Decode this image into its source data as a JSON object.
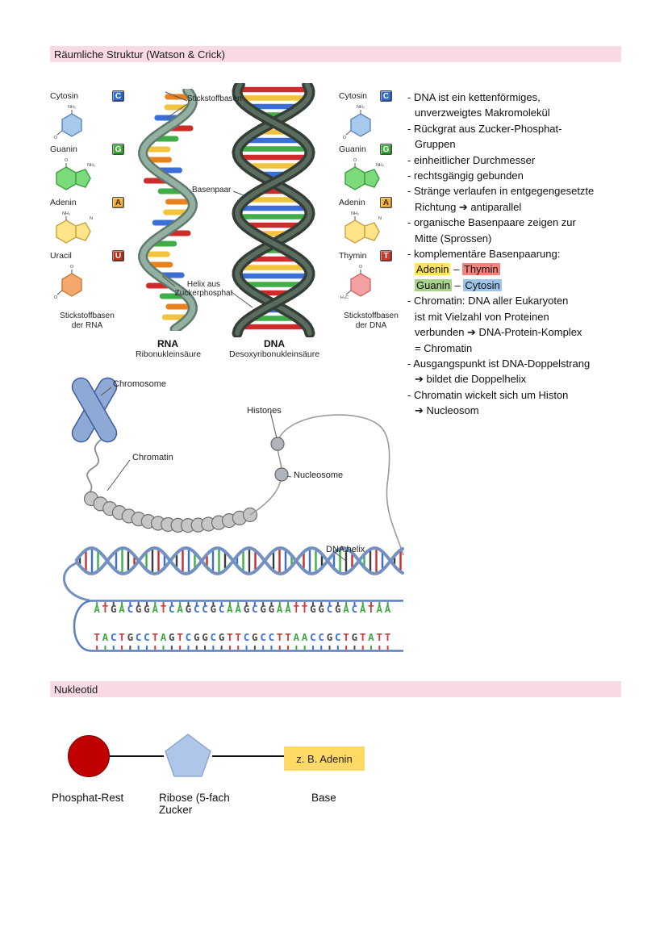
{
  "theme": {
    "bar_bg": "#F9DAE3"
  },
  "sections": {
    "structure": {
      "title": "Räumliche Struktur (Watson & Crick)"
    },
    "nucleotide": {
      "title": "Nukleotid"
    }
  },
  "figure": {
    "labels": {
      "stickstoffbasen": "Stickstoffbasen",
      "basenpaar": "Basenpaar",
      "helix_aus": "Helix aus\nZuckerphosphat",
      "rna_title": "RNA",
      "rna_subtitle": "Ribonukleinsäure",
      "dna_title": "DNA",
      "dna_subtitle": "Desoxyribonukleinsäure",
      "rna_caption": "Stickstoffbasen\nder RNA",
      "dna_caption": "Stickstoffbasen\nder DNA"
    },
    "rna_bases": [
      {
        "name": "Cytosin",
        "badge": "C",
        "badge_bg": "#2E6BD6",
        "badge_fg": "#ffffff",
        "fill": "#A7C9EC",
        "stroke": "#5C88B8",
        "type": "pyrimidine",
        "atom_top": "NH₂",
        "atom_side": "O"
      },
      {
        "name": "Guanin",
        "badge": "G",
        "badge_bg": "#3DA93D",
        "badge_fg": "#ffffff",
        "fill": "#7BDB7B",
        "stroke": "#3E9E3E",
        "type": "purine",
        "atom_top": "O",
        "atom_side": "NH₂"
      },
      {
        "name": "Adenin",
        "badge": "A",
        "badge_bg": "#F3B33C",
        "badge_fg": "#3A2A00",
        "fill": "#FFE489",
        "stroke": "#C8A23E",
        "type": "purine",
        "atom_top": "NH₂",
        "atom_side": "N"
      },
      {
        "name": "Uracil",
        "badge": "U",
        "badge_bg": "#B9321F",
        "badge_fg": "#ffffff",
        "fill": "#F5A86B",
        "stroke": "#C97B3C",
        "type": "pyrimidine",
        "atom_top": "O",
        "atom_side": "O"
      }
    ],
    "dna_bases": [
      {
        "name": "Cytosin",
        "badge": "C",
        "badge_bg": "#2E6BD6",
        "badge_fg": "#ffffff",
        "fill": "#A7C9EC",
        "stroke": "#5C88B8",
        "type": "pyrimidine",
        "atom_top": "NH₂",
        "atom_side": "O"
      },
      {
        "name": "Guanin",
        "badge": "G",
        "badge_bg": "#3DA93D",
        "badge_fg": "#ffffff",
        "fill": "#7BDB7B",
        "stroke": "#3E9E3E",
        "type": "purine",
        "atom_top": "O",
        "atom_side": "NH₂"
      },
      {
        "name": "Adenin",
        "badge": "A",
        "badge_bg": "#F3B33C",
        "badge_fg": "#3A2A00",
        "fill": "#FFE489",
        "stroke": "#C8A23E",
        "type": "purine",
        "atom_top": "NH₂",
        "atom_side": "N"
      },
      {
        "name": "Thymin",
        "badge": "T",
        "badge_bg": "#C23B2E",
        "badge_fg": "#ffffff",
        "fill": "#F4A0A0",
        "stroke": "#C96A6A",
        "type": "pyrimidine",
        "atom_top": "O",
        "atom_side": "H₃C"
      }
    ]
  },
  "notes": [
    {
      "t": "- DNA ist ein kettenförmiges,\nunverzweigtes Makromolekül"
    },
    {
      "t": "- Rückgrat aus Zucker-Phosphat-\nGruppen"
    },
    {
      "t": "- einheitlicher Durchmesser"
    },
    {
      "t": "- rechtsgängig gebunden"
    },
    {
      "t": "- Stränge verlaufen in entgegengesetzte\nRichtung ➔ antiparallel"
    },
    {
      "t": "- organische Basenpaare zeigen zur\nMitte (Sprossen)"
    },
    {
      "t": "- komplementäre Basenpaarung:"
    },
    {
      "pair": [
        "Adenin",
        " – ",
        "Thymin"
      ],
      "hl": [
        "#FFE266",
        "#F4837D"
      ]
    },
    {
      "pair": [
        "Guanin",
        " – ",
        "Cytosin"
      ],
      "hl": [
        "#A9D18E",
        "#9DC3E6"
      ]
    },
    {
      "t": "- Chromatin: DNA aller Eukaryoten\nist mit Vielzahl von Proteinen\nverbunden ➔ DNA-Protein-Komplex\n= Chromatin"
    },
    {
      "t": "- Ausgangspunkt ist DNA-Doppelstrang\n➔ bildet die Doppelhelix"
    },
    {
      "t": "- Chromatin wickelt sich um Histon\n➔ Nucleosom"
    }
  ],
  "chromatin": {
    "labels": {
      "chromosome": "Chromosome",
      "chromatin": "Chromatin",
      "histones": "Histones",
      "nucleosome": "Nucleosome",
      "dna_helix": "DNA helix"
    },
    "sequence_top": "ATGACGGATCAGCCGCAAGCGGAATTGGCGACATAA",
    "sequence_bottom": "TACTGCCTAGTCGGCGTTCGCCTTAACCGCTGTATT",
    "base_colors": {
      "A": "#3FA93F",
      "T": "#D43A3A",
      "G": "#4D4D4D",
      "C": "#3A6FD8"
    }
  },
  "nucleotide_diagram": {
    "phosphate_label": "Phosphat-Rest",
    "ribose_label": "Ribose (5-fach\nZucker",
    "base_label": "Base",
    "base_box_text": "z. B. Adenin",
    "phosphate_color": "#C00000",
    "ribose_color": "#AEC6E8",
    "base_box_color": "#FFD966"
  }
}
